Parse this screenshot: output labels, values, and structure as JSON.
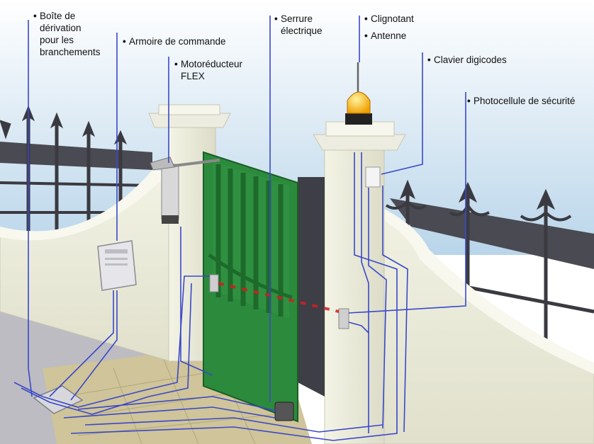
{
  "labels": {
    "junction_box": "Boîte de\ndérivation\npour les\nbranchements",
    "control_cabinet": "Armoire de commande",
    "gear_motor": "Motoréducteur\nFLEX",
    "electric_lock": "Serrure\nélectrique",
    "flashing_light": "Clignotant",
    "antenna": "Antenne",
    "keypad": "Clavier digicodes",
    "photocell": "Photocellule de sécurité"
  },
  "bullet_glyph": "•",
  "colors": {
    "sky": "#c4dcee",
    "wall": "#eeeede",
    "wall_shadow": "#d2d2be",
    "gate": "#2a8a3a",
    "gate_dark": "#1c6a2a",
    "fence": "#3a3a40",
    "wire": "#3a48c8",
    "pavement": "#c8c098",
    "road": "#b8b8be",
    "beacon": "#f4b400",
    "laser": "#d02020"
  }
}
